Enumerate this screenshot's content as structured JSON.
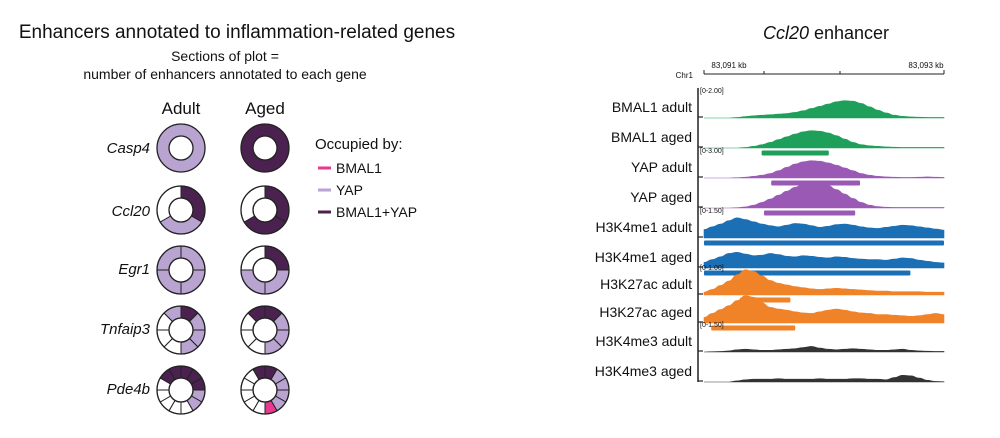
{
  "colors": {
    "bmal1": "#e8398f",
    "yap": "#b8a3d1",
    "bmal1_yap": "#4b2150",
    "empty": "#ffffff",
    "ring_stroke": "#222222"
  },
  "left_panel": {
    "title": "Enhancers annotated to inflammation-related genes",
    "subtitle_line1": "Sections of plot =",
    "subtitle_line2": "number of enhancers annotated to each gene",
    "col_adult": "Adult",
    "col_aged": "Aged",
    "legend_title": "Occupied by:",
    "legend": [
      {
        "label": "BMAL1",
        "color": "#e8398f"
      },
      {
        "label": "YAP",
        "color": "#b8a3d1"
      },
      {
        "label": "BMAL1+YAP",
        "color": "#4b2150"
      }
    ]
  },
  "right_panel": {
    "title_italic": "Ccl20",
    "title_rest": " enhancer",
    "chrom": "Chr1",
    "coord_left": "83,091 kb",
    "coord_right": "83,093 kb"
  },
  "chart_data": [
    {
      "type": "pie",
      "style": "donut",
      "legend_placement": "right",
      "columns": [
        "Adult",
        "Aged"
      ],
      "genes": [
        {
          "name": "Casp4",
          "adult": [
            "YAP"
          ],
          "aged": [
            "BMAL1+YAP"
          ]
        },
        {
          "name": "Ccl20",
          "adult": [
            "BMAL1+YAP",
            "YAP",
            "none"
          ],
          "aged": [
            "BMAL1+YAP",
            "BMAL1+YAP",
            "none"
          ]
        },
        {
          "name": "Egr1",
          "adult": [
            "YAP",
            "YAP",
            "YAP",
            "YAP"
          ],
          "aged": [
            "BMAL1+YAP",
            "YAP",
            "YAP",
            "none"
          ]
        },
        {
          "name": "Tnfaip3",
          "adult": [
            "BMAL1+YAP",
            "YAP",
            "YAP",
            "YAP",
            "none",
            "none",
            "none",
            "YAP"
          ],
          "aged": [
            "BMAL1+YAP",
            "YAP",
            "YAP",
            "YAP",
            "none",
            "none",
            "none",
            "BMAL1+YAP"
          ]
        },
        {
          "name": "Pde4b",
          "adult": [
            "BMAL1+YAP",
            "BMAL1+YAP",
            "BMAL1+YAP",
            "YAP",
            "YAP",
            "none",
            "none",
            "none",
            "none",
            "none",
            "BMAL1+YAP",
            "BMAL1+YAP"
          ],
          "aged": [
            "BMAL1+YAP",
            "YAP",
            "YAP",
            "YAP",
            "YAP",
            "BMAL1",
            "none",
            "none",
            "none",
            "none",
            "none",
            "BMAL1+YAP"
          ]
        }
      ]
    },
    {
      "type": "area",
      "style": "genome-tracks",
      "x_range_kb": [
        83091,
        83093
      ],
      "tracks": [
        {
          "name": "BMAL1 adult",
          "color": "#1fa05a",
          "scale": "[0-2.00]",
          "profile": [
            0,
            0,
            0,
            0,
            0.02,
            0.05,
            0.08,
            0.1,
            0.12,
            0.14,
            0.16,
            0.2,
            0.26,
            0.34,
            0.42,
            0.5,
            0.58,
            0.62,
            0.6,
            0.52,
            0.4,
            0.28,
            0.18,
            0.1,
            0.06,
            0.04,
            0.03,
            0.02,
            0.02,
            0.02
          ],
          "peak": null
        },
        {
          "name": "BMAL1 aged",
          "color": "#1fa05a",
          "scale": null,
          "profile": [
            0,
            0,
            0,
            0,
            0,
            0.02,
            0.06,
            0.12,
            0.2,
            0.3,
            0.4,
            0.5,
            0.58,
            0.62,
            0.6,
            0.54,
            0.44,
            0.32,
            0.2,
            0.12,
            0.08,
            0.06,
            0.04,
            0.03,
            0.02,
            0.02,
            0.02,
            0.02,
            0.02,
            0.02
          ],
          "peak": [
            0.24,
            0.52
          ]
        },
        {
          "name": "YAP adult",
          "color": "#9b59b6",
          "scale": "[0-3.00]",
          "profile": [
            0,
            0,
            0,
            0,
            0.01,
            0.03,
            0.06,
            0.1,
            0.16,
            0.26,
            0.38,
            0.5,
            0.58,
            0.62,
            0.6,
            0.54,
            0.46,
            0.36,
            0.26,
            0.16,
            0.1,
            0.06,
            0.04,
            0.03,
            0.02,
            0.02,
            0.03,
            0.04,
            0.03,
            0.02
          ],
          "peak": [
            0.28,
            0.65
          ]
        },
        {
          "name": "YAP aged",
          "color": "#9b59b6",
          "scale": null,
          "profile": [
            0,
            0,
            0,
            0,
            0.01,
            0.04,
            0.1,
            0.2,
            0.32,
            0.46,
            0.6,
            0.74,
            0.86,
            0.92,
            0.9,
            0.8,
            0.66,
            0.5,
            0.34,
            0.2,
            0.1,
            0.05,
            0.03,
            0.02,
            0.02,
            0.02,
            0.02,
            0.02,
            0.02,
            0.02
          ],
          "peak": [
            0.25,
            0.63
          ]
        },
        {
          "name": "H3K4me1 adult",
          "color": "#1a6fb5",
          "scale": "[0-1.50]",
          "profile": [
            0.3,
            0.4,
            0.5,
            0.62,
            0.72,
            0.66,
            0.58,
            0.5,
            0.44,
            0.4,
            0.46,
            0.52,
            0.5,
            0.44,
            0.38,
            0.42,
            0.48,
            0.5,
            0.46,
            0.4,
            0.36,
            0.34,
            0.38,
            0.42,
            0.46,
            0.44,
            0.4,
            0.36,
            0.32,
            0.28
          ],
          "peak": [
            0.0,
            1.0
          ]
        },
        {
          "name": "H3K4me1 aged",
          "color": "#1a6fb5",
          "scale": null,
          "profile": [
            0.2,
            0.3,
            0.4,
            0.52,
            0.56,
            0.5,
            0.44,
            0.46,
            0.52,
            0.48,
            0.42,
            0.4,
            0.44,
            0.42,
            0.38,
            0.36,
            0.4,
            0.38,
            0.34,
            0.32,
            0.3,
            0.3,
            0.28,
            0.32,
            0.36,
            0.34,
            0.28,
            0.24,
            0.2,
            0.18
          ],
          "peak": [
            0.0,
            0.86
          ]
        },
        {
          "name": "H3K27ac adult",
          "color": "#f08228",
          "scale": "[0-1.00]",
          "profile": [
            0.1,
            0.2,
            0.34,
            0.5,
            0.72,
            0.9,
            0.84,
            0.68,
            0.52,
            0.42,
            0.36,
            0.3,
            0.26,
            0.22,
            0.2,
            0.22,
            0.24,
            0.22,
            0.2,
            0.18,
            0.16,
            0.14,
            0.14,
            0.12,
            0.12,
            0.12,
            0.12,
            0.1,
            0.1,
            0.1
          ],
          "peak": [
            0.15,
            0.36
          ]
        },
        {
          "name": "H3K27ac aged",
          "color": "#f08228",
          "scale": null,
          "profile": [
            0.2,
            0.34,
            0.48,
            0.62,
            0.8,
            0.98,
            0.92,
            0.72,
            0.56,
            0.5,
            0.46,
            0.4,
            0.36,
            0.34,
            0.4,
            0.46,
            0.5,
            0.46,
            0.4,
            0.36,
            0.34,
            0.3,
            0.3,
            0.28,
            0.26,
            0.24,
            0.26,
            0.3,
            0.34,
            0.3
          ],
          "peak": [
            0.03,
            0.38
          ]
        },
        {
          "name": "H3K4me3 adult",
          "color": "#333333",
          "scale": "[0-1.50]",
          "profile": [
            0,
            0.01,
            0.02,
            0.04,
            0.08,
            0.1,
            0.08,
            0.06,
            0.06,
            0.08,
            0.1,
            0.12,
            0.16,
            0.2,
            0.14,
            0.1,
            0.08,
            0.1,
            0.12,
            0.1,
            0.08,
            0.06,
            0.06,
            0.08,
            0.1,
            0.06,
            0.04,
            0.03,
            0.02,
            0.02
          ],
          "peak": null
        },
        {
          "name": "H3K4me3 aged",
          "color": "#333333",
          "scale": null,
          "profile": [
            0,
            0,
            0,
            0,
            0.04,
            0.08,
            0.1,
            0.1,
            0.1,
            0.12,
            0.1,
            0.1,
            0.1,
            0.1,
            0.12,
            0.1,
            0.1,
            0.1,
            0.12,
            0.12,
            0.1,
            0.1,
            0.08,
            0.16,
            0.24,
            0.22,
            0.14,
            0.06,
            0.02,
            0.01
          ],
          "peak": null
        }
      ]
    }
  ]
}
